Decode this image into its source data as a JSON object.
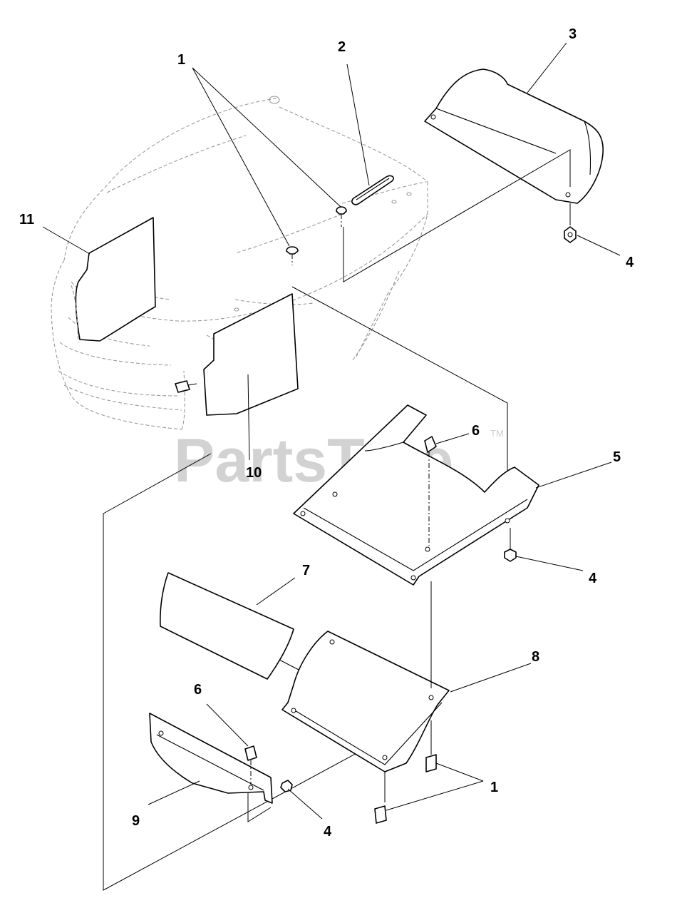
{
  "diagram": {
    "watermark": "PartsTree",
    "trademark": "TM",
    "callouts": [
      {
        "id": "c1a",
        "label": "1"
      },
      {
        "id": "c2",
        "label": "2"
      },
      {
        "id": "c3",
        "label": "3"
      },
      {
        "id": "c11",
        "label": "11"
      },
      {
        "id": "c4a",
        "label": "4"
      },
      {
        "id": "c10",
        "label": "10"
      },
      {
        "id": "c6a",
        "label": "6"
      },
      {
        "id": "c5",
        "label": "5"
      },
      {
        "id": "c4b",
        "label": "4"
      },
      {
        "id": "c7",
        "label": "7"
      },
      {
        "id": "c8",
        "label": "8"
      },
      {
        "id": "c6b",
        "label": "6"
      },
      {
        "id": "c1b",
        "label": "1"
      },
      {
        "id": "c9",
        "label": "9"
      },
      {
        "id": "c4c",
        "label": "4"
      }
    ]
  }
}
